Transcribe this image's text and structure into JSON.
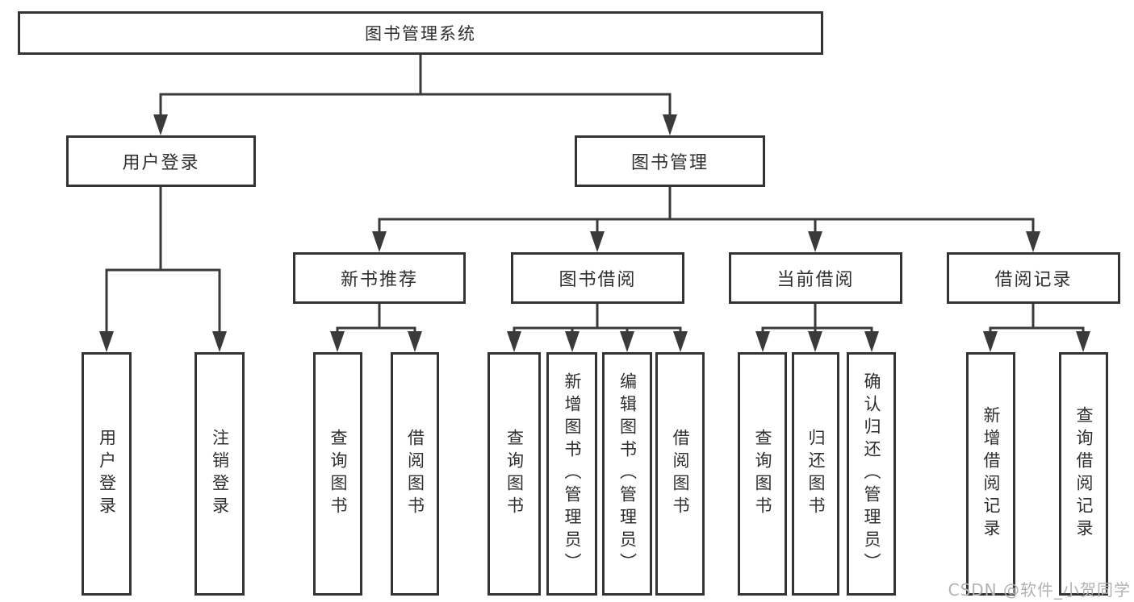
{
  "watermark": "CSDN @软件_小贺同学",
  "colors": {
    "line": "#3a3a3a",
    "box_border": "#333333",
    "text": "#2f2f2f",
    "background": "#ffffff",
    "watermark": "#b2b2b2"
  },
  "tree": {
    "root": {
      "label": "图书管理系统"
    },
    "branches": [
      {
        "label": "用户登录",
        "leaves": [
          "用户登录",
          "注销登录"
        ]
      },
      {
        "label": "图书管理",
        "groups": [
          {
            "label": "新书推荐",
            "leaves": [
              "查询图书",
              "借阅图书"
            ]
          },
          {
            "label": "图书借阅",
            "leaves": [
              "查询图书",
              "新增图书（管理员）",
              "编辑图书（管理员）",
              "借阅图书"
            ]
          },
          {
            "label": "当前借阅",
            "leaves": [
              "查询图书",
              "归还图书",
              "确认归还（管理员）"
            ]
          },
          {
            "label": "借阅记录",
            "leaves": [
              "新增借阅记录",
              "查询借阅记录"
            ]
          }
        ]
      }
    ]
  }
}
